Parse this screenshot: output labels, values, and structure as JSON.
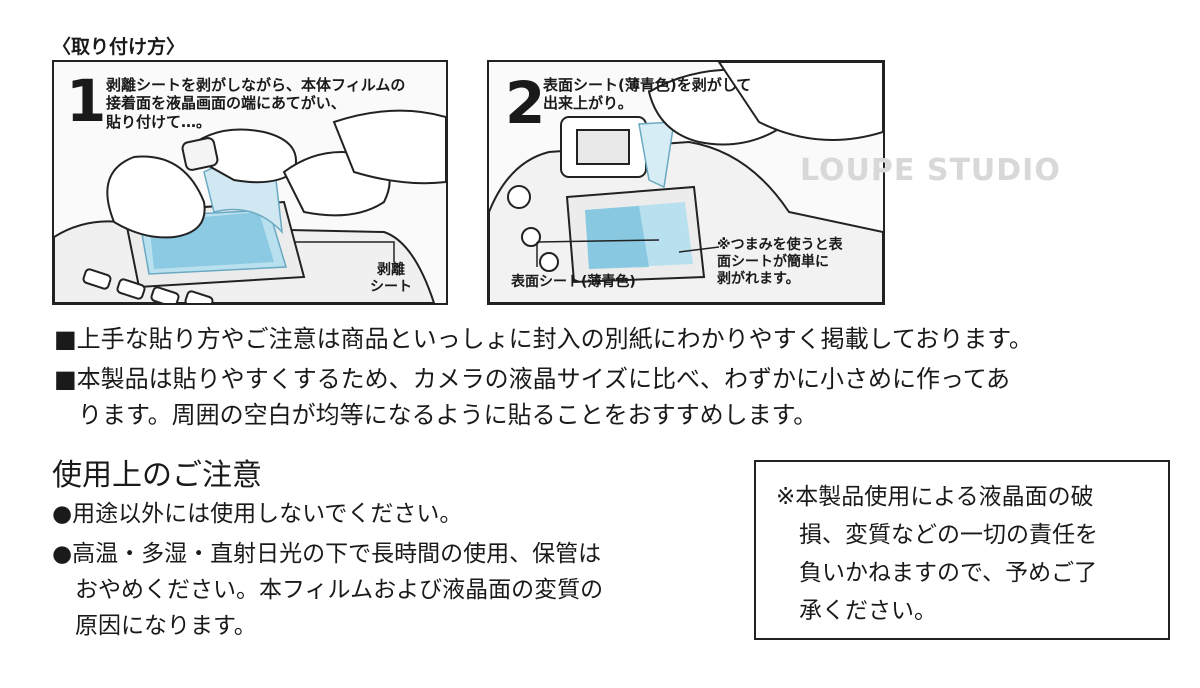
{
  "section_title": "〈取り付け方〉",
  "panel1": {
    "number": "1",
    "instruction": [
      "剥離シートを剥がしながら、本体フィルムの",
      "接着面を液晶画面の端にあてがい、",
      "貼り付けて…。"
    ],
    "label": [
      "剥離",
      "シート"
    ]
  },
  "panel2": {
    "number": "2",
    "instruction": [
      "表面シート(薄青色)を剥がして",
      "出来上がり。"
    ],
    "label": "表面シート(薄青色)",
    "note": [
      "※つまみを使うと表",
      "面シートが簡単に",
      "剥がれます。"
    ]
  },
  "watermark": "LOUPE STUDIO",
  "bullets": [
    "■上手な貼り方やご注意は商品といっしょに封入の別紙にわかりやすく掲載しております。",
    "■本製品は貼りやすくするため、カメラの液晶サイズに比べ、わずかに小さめに作ってあ",
    "　ります。周囲の空白が均等になるように貼ることをおすすめします。"
  ],
  "caution_title": "使用上のご注意",
  "caution_items": [
    "●用途以外には使用しないでください。",
    "●高温・多湿・直射日光の下で長時間の使用、保管は",
    "　おやめください。本フィルムおよび液晶面の変質の",
    "　原因になります。"
  ],
  "notice": [
    "※本製品使用による液晶面の破",
    "　損、変質などの一切の責任を",
    "　負いかねますので、予めご了",
    "　承ください。"
  ],
  "colors": {
    "film": "#7fc4de",
    "film_light": "#b9e0ee",
    "line": "#222222",
    "box_border": "#222222"
  }
}
